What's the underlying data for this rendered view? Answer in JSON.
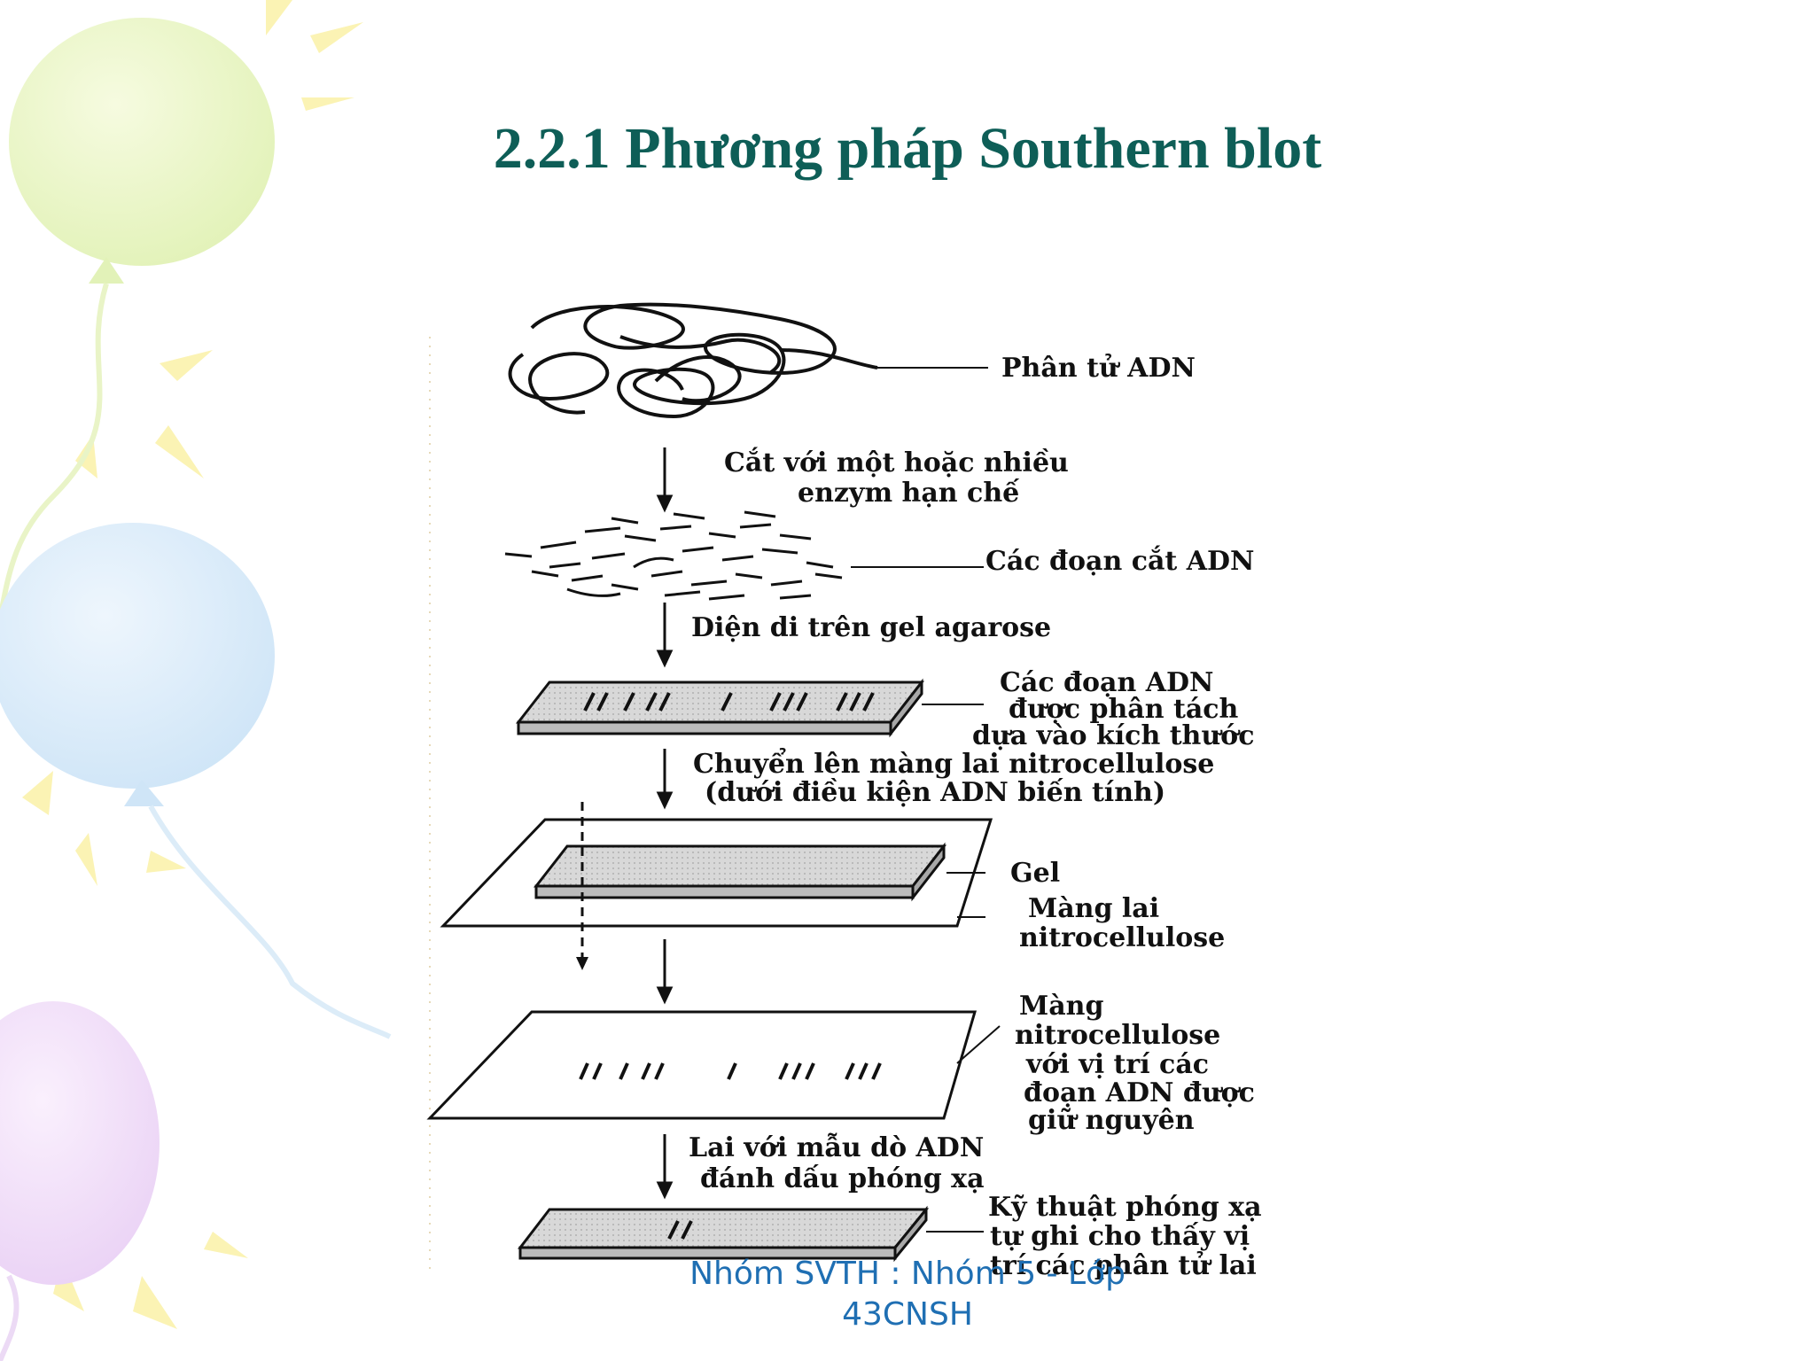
{
  "slide": {
    "title": "2.2.1 Phương pháp Southern blot",
    "footer_line1": "Nhóm SVTH : Nhóm 5 - Lớp",
    "footer_line2": "43CNSH"
  },
  "diagram": {
    "labels": {
      "dna_molecule": "Phân tử ADN",
      "cut_line1": "Cắt với một hoặc nhiều",
      "cut_line2": "enzym hạn chế",
      "fragments": "Các đoạn cắt ADN",
      "electrophoresis": "Diện di trên gel agarose",
      "separated_line1": "Các đoạn ADN",
      "separated_line2": "được phân tách",
      "separated_line3": "dựa vào kích thước",
      "transfer_line1": "Chuyển lên màng lai nitrocellulose",
      "transfer_line2": "(dưới điều kiện ADN biến tính)",
      "gel": "Gel",
      "membrane_line1": "Màng lai",
      "membrane_line2": "nitrocellulose",
      "positions_line1": "Màng",
      "positions_line2": "nitrocellulose",
      "positions_line3": "với vị trí các",
      "positions_line4": "đoạn ADN được",
      "positions_line5": "giữ nguyên",
      "hybridize_line1": "Lai với mẫu dò ADN",
      "hybridize_line2": "đánh dấu phóng xạ",
      "autorad_line1": "Kỹ thuật phóng xạ",
      "autorad_line2": "tự ghi cho thấy vị",
      "autorad_line3": "trí các phân tử lai"
    }
  },
  "colors": {
    "title": "#0e5e57",
    "footer": "#1f6fb3"
  }
}
